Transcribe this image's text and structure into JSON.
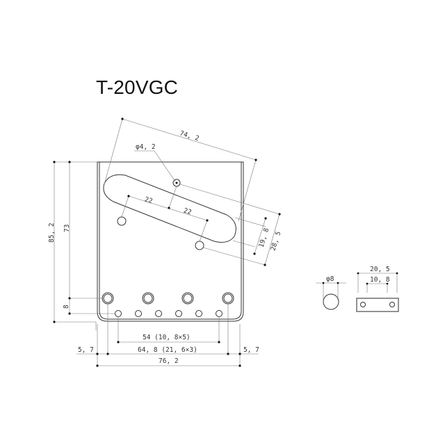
{
  "title": "T-20VGC",
  "dimensions": {
    "length_diag": "74, 2",
    "hole_diameter": "φ4, 2",
    "pickup_half_left": "22",
    "pickup_half_right": "22",
    "offset_a": "19, 8",
    "offset_b": "28, 5",
    "total_height": "85, 2",
    "height_73": "73",
    "height_8": "8",
    "string_spacing": "54 (10, 8×5)",
    "saddle_spacing": "64, 8 (21, 6×3)",
    "margin_left": "5, 7",
    "margin_right": "5, 7",
    "total_width": "76, 2"
  },
  "saddle_detail": {
    "diameter": "φ8",
    "width": "20, 5",
    "hole_spacing": "10, 8"
  }
}
